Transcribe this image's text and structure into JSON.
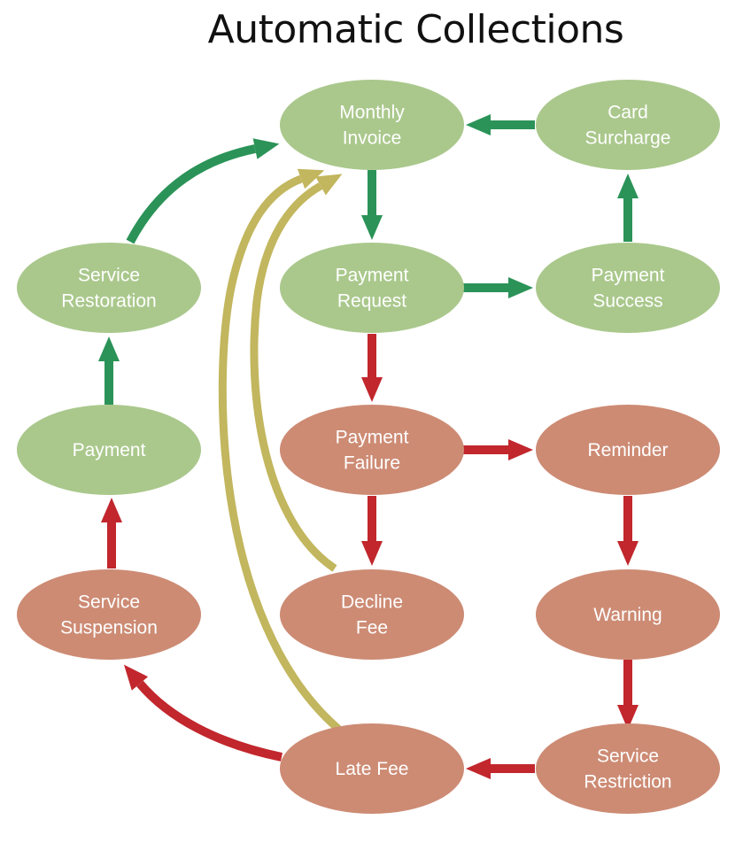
{
  "title": "Automatic Collections",
  "colors": {
    "green_node": "#aac88c",
    "red_node": "#cd8b74",
    "green_arrow": "#2b9358",
    "red_arrow": "#c1272d",
    "yellow_arrow": "#c2b65e"
  },
  "nodes": {
    "monthly_invoice": {
      "lines": [
        "Monthly",
        "Invoice"
      ],
      "status": "green"
    },
    "card_surcharge": {
      "lines": [
        "Card",
        "Surcharge"
      ],
      "status": "green"
    },
    "service_restoration": {
      "lines": [
        "Service",
        "Restoration"
      ],
      "status": "green"
    },
    "payment_request": {
      "lines": [
        "Payment",
        "Request"
      ],
      "status": "green"
    },
    "payment_success": {
      "lines": [
        "Payment",
        "Success"
      ],
      "status": "green"
    },
    "payment": {
      "lines": [
        "Payment"
      ],
      "status": "green"
    },
    "payment_failure": {
      "lines": [
        "Payment",
        "Failure"
      ],
      "status": "red"
    },
    "reminder": {
      "lines": [
        "Reminder"
      ],
      "status": "red"
    },
    "service_suspension": {
      "lines": [
        "Service",
        "Suspension"
      ],
      "status": "red"
    },
    "decline_fee": {
      "lines": [
        "Decline",
        "Fee"
      ],
      "status": "red"
    },
    "warning": {
      "lines": [
        "Warning"
      ],
      "status": "red"
    },
    "late_fee": {
      "lines": [
        "Late Fee"
      ],
      "status": "red"
    },
    "service_restriction": {
      "lines": [
        "Service",
        "Restriction"
      ],
      "status": "red"
    }
  },
  "edges": [
    {
      "from": "card_surcharge",
      "to": "monthly_invoice",
      "color": "green"
    },
    {
      "from": "monthly_invoice",
      "to": "payment_request",
      "color": "green"
    },
    {
      "from": "payment_request",
      "to": "payment_success",
      "color": "green"
    },
    {
      "from": "payment_success",
      "to": "card_surcharge",
      "color": "green"
    },
    {
      "from": "service_restoration",
      "to": "monthly_invoice",
      "color": "green"
    },
    {
      "from": "payment",
      "to": "service_restoration",
      "color": "green"
    },
    {
      "from": "payment_request",
      "to": "payment_failure",
      "color": "red"
    },
    {
      "from": "payment_failure",
      "to": "reminder",
      "color": "red"
    },
    {
      "from": "payment_failure",
      "to": "decline_fee",
      "color": "red"
    },
    {
      "from": "reminder",
      "to": "warning",
      "color": "red"
    },
    {
      "from": "warning",
      "to": "service_restriction",
      "color": "red"
    },
    {
      "from": "service_restriction",
      "to": "late_fee",
      "color": "red"
    },
    {
      "from": "late_fee",
      "to": "service_suspension",
      "color": "red"
    },
    {
      "from": "service_suspension",
      "to": "payment",
      "color": "red"
    },
    {
      "from": "decline_fee",
      "to": "monthly_invoice",
      "color": "yellow"
    },
    {
      "from": "late_fee",
      "to": "monthly_invoice",
      "color": "yellow"
    }
  ]
}
